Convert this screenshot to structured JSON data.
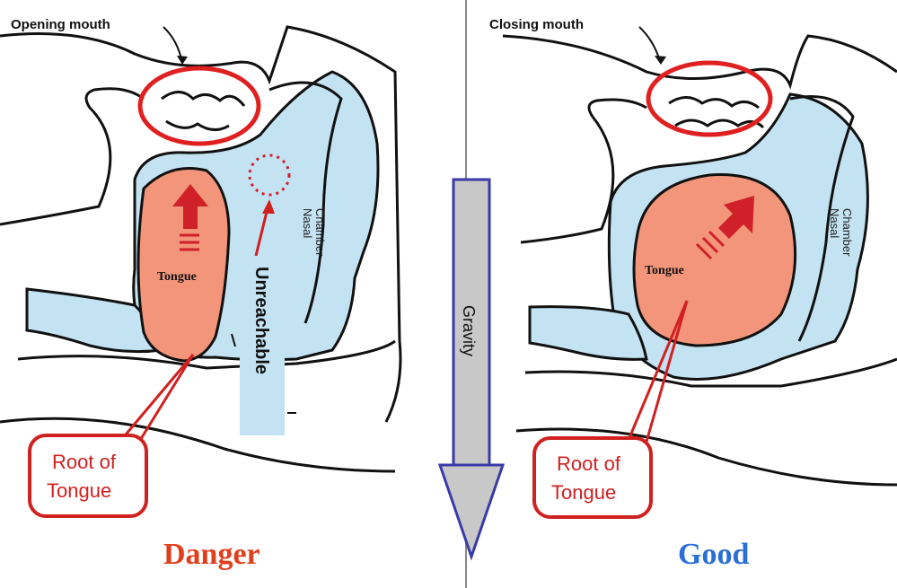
{
  "left_panel": {
    "annotation": "Opening mouth",
    "organ_label": "Tongue",
    "nasal_label_line1": "Nasal",
    "nasal_label_line2": "Chamber",
    "unreachable": "Unreachable",
    "callout_line1": "Root of",
    "callout_line2": "Tongue",
    "verdict": "Danger",
    "verdict_color": "#e0401e"
  },
  "right_panel": {
    "annotation": "Closing mouth",
    "organ_label": "Tongue",
    "nasal_label_line1": "Nasal",
    "nasal_label_line2": "Chamber",
    "callout_line1": "Root of",
    "callout_line2": "Tongue",
    "verdict": "Good",
    "verdict_color": "#2a6fd6"
  },
  "center": {
    "arrow_label": "Gravity"
  },
  "colors": {
    "airway": "#c4e3f2",
    "tongue": "#f2957a",
    "highlight": "#e02020",
    "gravity_fill": "#c8c8c8",
    "gravity_stroke": "#3a3aa8"
  }
}
